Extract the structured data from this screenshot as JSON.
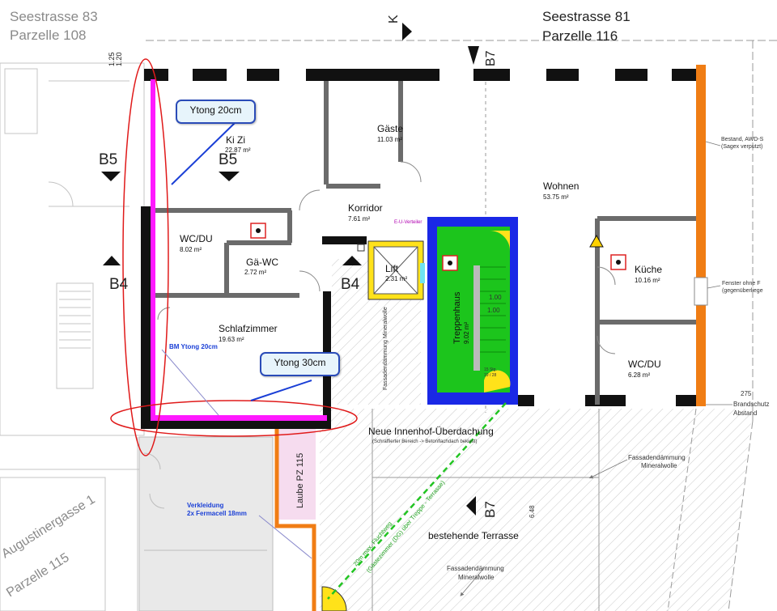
{
  "header": {
    "left_street": "Seestrasse 83",
    "left_parcel": "Parzelle 108",
    "right_street": "Seestrasse 81",
    "right_parcel": "Parzelle 116",
    "k_marker": "K"
  },
  "dims": {
    "d1": "1.25",
    "d2": "1.20"
  },
  "section_markers": {
    "b5_left": "B5",
    "b5_right": "B5",
    "b4_left": "B4",
    "b4_right": "B4",
    "b7_top": "B7",
    "b7_bottom": "B7"
  },
  "rooms": {
    "kizi": {
      "name": "Ki Zi",
      "area": "22.87 m²"
    },
    "gaeste": {
      "name": "Gäste",
      "area": "11.03 m²"
    },
    "wohnen": {
      "name": "Wohnen",
      "area": "53.75 m²"
    },
    "korridor": {
      "name": "Korridor",
      "area": "7.61 m²"
    },
    "wcdu1": {
      "name": "WC/DU",
      "area": "8.02 m²"
    },
    "gaewc": {
      "name": "Gä-WC",
      "area": "2.72 m²"
    },
    "lift": {
      "name": "Lift",
      "area": "2.31 m²"
    },
    "treppenhaus": {
      "name": "Treppenhaus",
      "area": "9.02 m²"
    },
    "kueche": {
      "name": "Küche",
      "area": "10.16 m²"
    },
    "schlafzimmer": {
      "name": "Schlafzimmer",
      "area": "19.63 m²"
    },
    "wcdu2": {
      "name": "WC/DU",
      "area": "6.28 m²"
    }
  },
  "notes": {
    "eu_verteiler": "E-U-Verteiler",
    "bestand": "Bestand, AWD-S",
    "sagex": "(Sagex verputzt)",
    "fenster": "Fenster ohne F",
    "gegenueber": "(gegenüberliege",
    "brand_num": "275",
    "brand1": "Brandschutz",
    "brand2": "Abstand",
    "bm_ytong": "BM Ytong 20cm",
    "fassade_vert": "Fassadendämmung Mineralwolle",
    "stair_num1": "1.00",
    "stair_num2": "1.00",
    "stufen1": "15 Stg.",
    "stufen2": "19 / 28",
    "innenhof": "Neue Innenhof-Überdachung",
    "innenhof_sub": "(Schraffierter Bereich -> Betonflachdach bekiest)",
    "fassade1_a": "Fassadendämmung",
    "fassade1_b": "Mineralwolle",
    "laube": "Laube PZ 115",
    "verkleidung1": "Verkleidung",
    "verkleidung2": "2x Fermacell 18mm",
    "fluchtweg1": "20m max. Fluchtweg",
    "fluchtweg2": "(Gästezimmer (DG) über Treppe - Terrasse)",
    "dim648": "6.48",
    "terrasse": "bestehende Terrasse",
    "fassade2_a": "Fassadendämmung",
    "fassade2_b": "Mineralwolle",
    "aug1": "Augustinergasse 1",
    "aug2": "Parzelle 115"
  },
  "callouts": {
    "ytong20": "Ytong 20cm",
    "ytong30": "Ytong 30cm"
  },
  "colors": {
    "magenta_wall": "#ff19ff",
    "stair_green": "#1cc51c",
    "stair_blue": "#1a28e6",
    "orange_wall": "#f07d14",
    "lift_yellow": "#ffe21a",
    "laube_pink": "#f6dcef",
    "highlight_red": "#e01a1a"
  }
}
